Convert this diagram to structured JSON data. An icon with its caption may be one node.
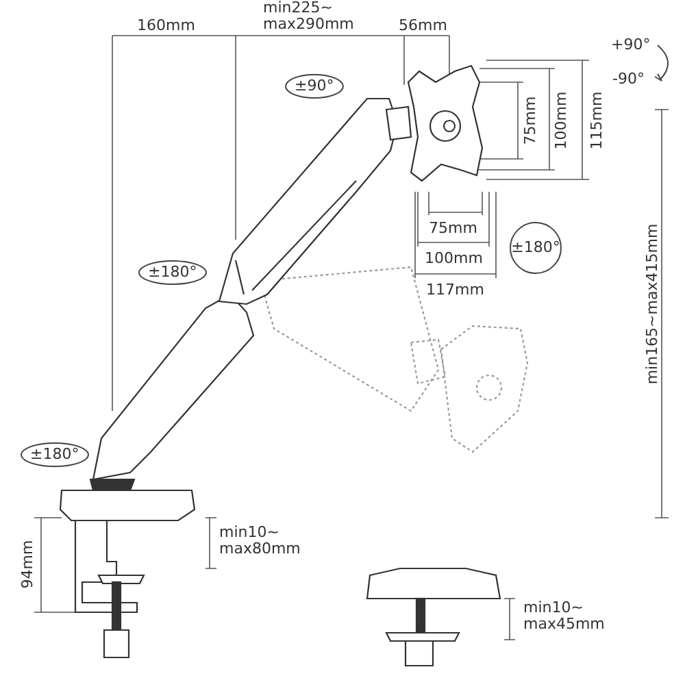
{
  "diagram": {
    "labels": [
      "160mm",
      "min225~ max290mm",
      "56mm",
      "+90°",
      "-90°",
      "±90°",
      "75mm",
      "100mm",
      "115mm",
      "75mm",
      "100mm",
      "117mm",
      "±180°",
      "±180°",
      "min165~max415mm",
      "±180°",
      "94mm",
      "min10~ max80mm",
      "min10~ max45mm"
    ]
  }
}
